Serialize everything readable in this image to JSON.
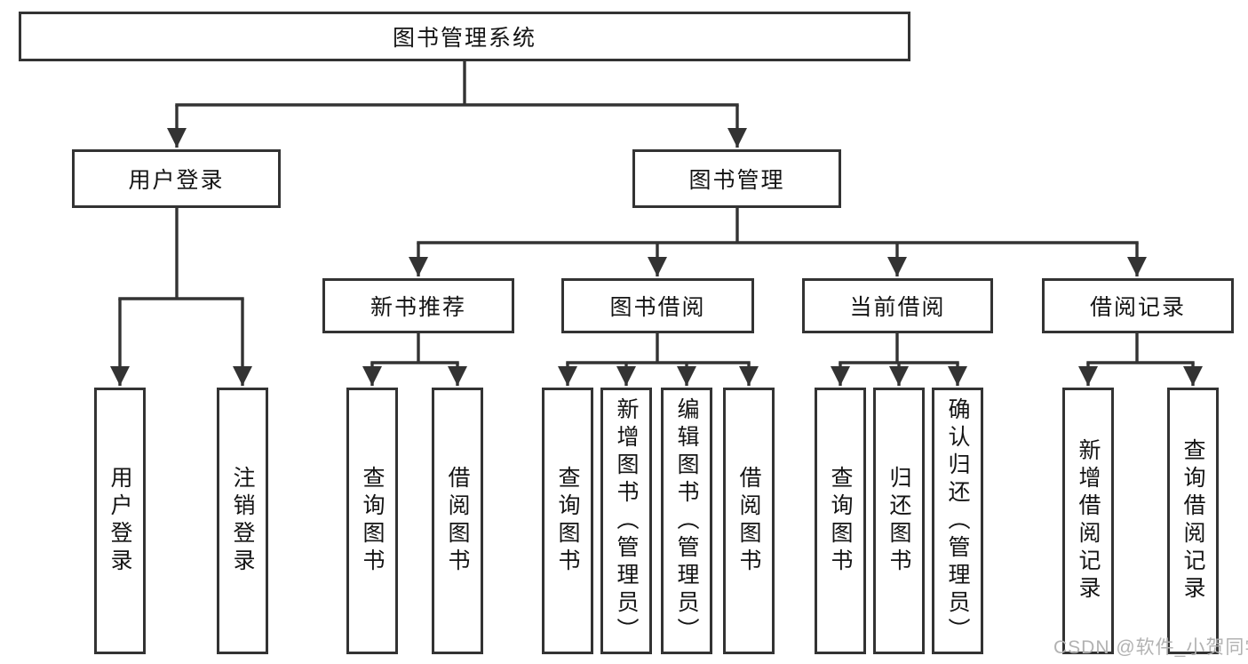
{
  "style": {
    "line_color": "#333333",
    "text_color": "#141414",
    "background": "#ffffff",
    "watermark_color": "#b2b2b2"
  },
  "watermark": {
    "text": "CSDN @软件_小贺同学"
  },
  "tree": {
    "root": "图书管理系统",
    "branches": [
      {
        "label": "用户登录",
        "leaves": [
          "用户登录",
          "注销登录"
        ]
      },
      {
        "label": "图书管理",
        "children": [
          {
            "label": "新书推荐",
            "leaves": [
              "查询图书",
              "借阅图书"
            ]
          },
          {
            "label": "图书借阅",
            "leaves": [
              "查询图书",
              "新增图书（管理员）",
              "编辑图书（管理员）",
              "借阅图书"
            ]
          },
          {
            "label": "当前借阅",
            "leaves": [
              "查询图书",
              "归还图书",
              "确认归还（管理员）"
            ]
          },
          {
            "label": "借阅记录",
            "leaves": [
              "新增借阅记录",
              "查询借阅记录"
            ]
          }
        ]
      }
    ]
  }
}
